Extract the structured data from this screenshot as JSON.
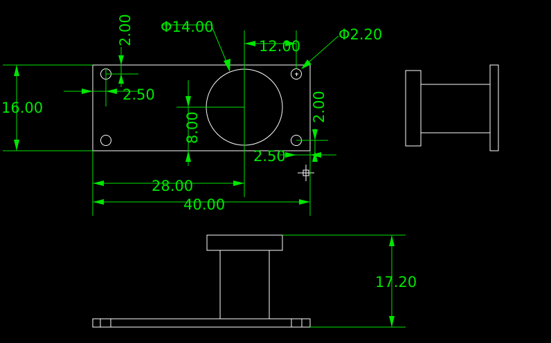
{
  "colors": {
    "background": "#000000",
    "geometry": "#ffffff",
    "dimension": "#00e600"
  },
  "dimensions": {
    "dia_bore": "Φ14.00",
    "dia_hole": "Φ2.20",
    "hole_offset_top": "2.00",
    "hole_offset_left": "2.50",
    "hole_spacing_x": "12.00",
    "height_plate": "16.00",
    "hole_to_center": "8.00",
    "hole_offset_right": "2.00",
    "hole_offset_bottom": "2.50",
    "center_x": "28.00",
    "width_plate": "40.00",
    "total_height": "17.20"
  }
}
